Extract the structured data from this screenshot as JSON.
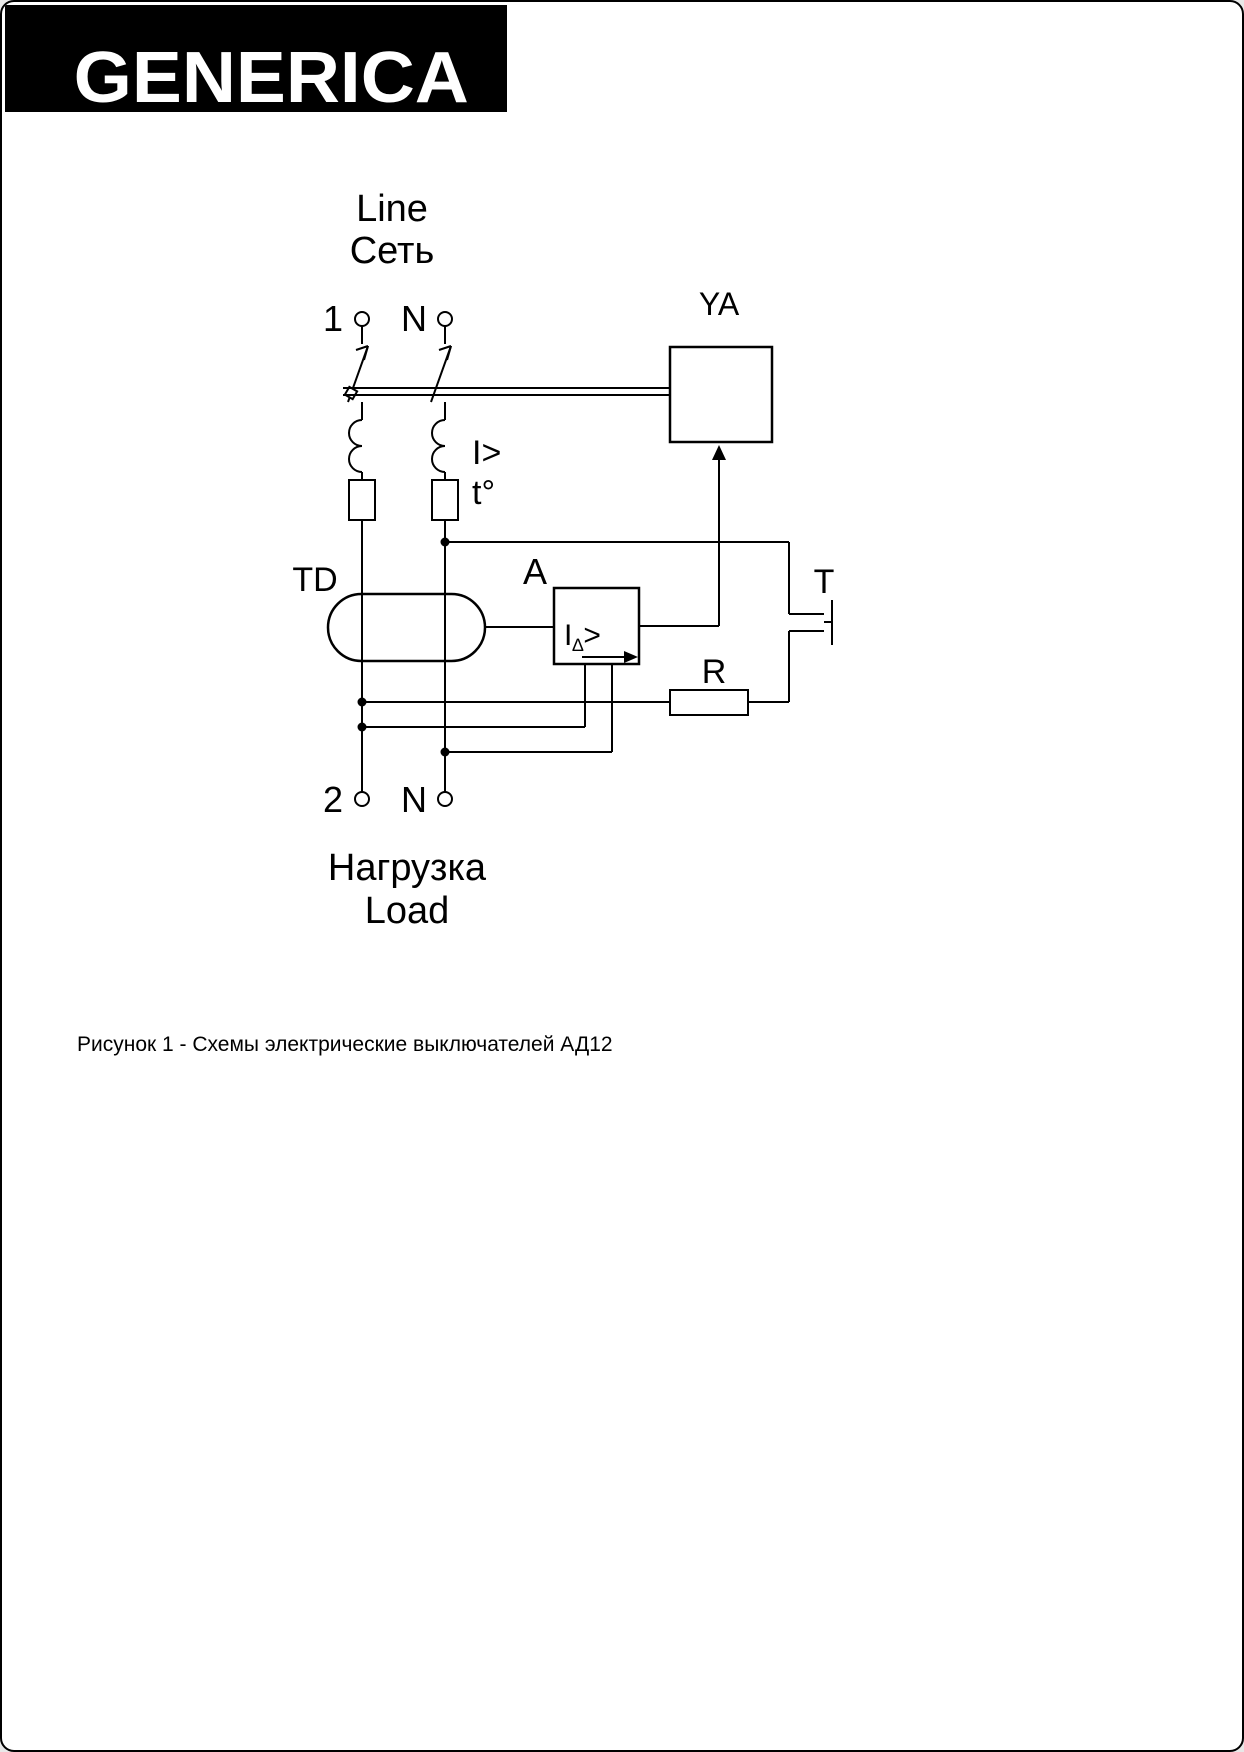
{
  "page": {
    "logo_text": "GENERICA",
    "caption": "Рисунок 1 - Схемы электрические выключателей АД12"
  },
  "diagram": {
    "line_label_en": "Line",
    "line_label_ru": "Сеть",
    "terminal_top_1": "1",
    "terminal_top_n": "N",
    "trip_coil_label": "YA",
    "overcurrent_label": "I>",
    "thermal_label": "t°",
    "transformer_label": "TD",
    "amplifier_label": "A",
    "amp_symbol_i": "I",
    "amp_symbol_delta": "∆",
    "amp_symbol_gt": ">",
    "test_button_label": "T",
    "resistor_label": "R",
    "terminal_bottom_2": "2",
    "terminal_bottom_n": "N",
    "load_label_ru": "Нагрузка",
    "load_label_en": "Load"
  },
  "colors": {
    "ink": "#000000",
    "paper": "#ffffff"
  }
}
